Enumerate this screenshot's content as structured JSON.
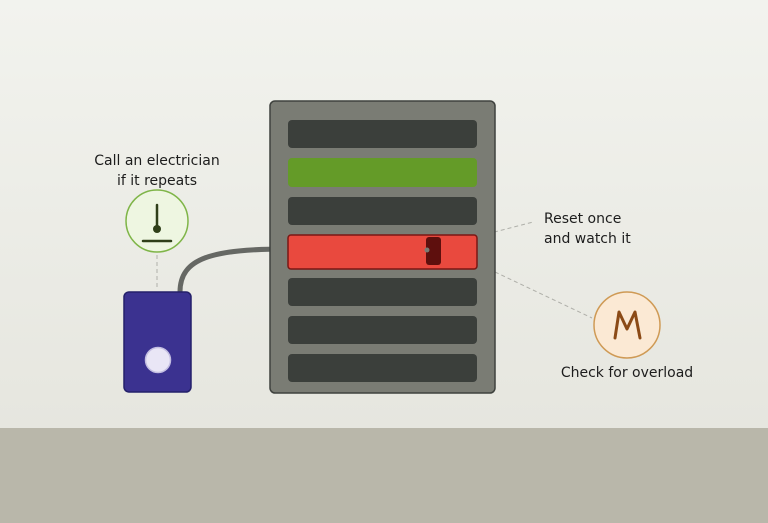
{
  "labels": {
    "electrician_line1": "Call an electrician",
    "electrician_line2": "if it repeats",
    "reset_line1": "Reset once",
    "reset_line2": "and watch it",
    "overload": "Check for overload"
  },
  "icons": {
    "electrician": "ground-symbol-icon",
    "overload": "overload-wave-icon"
  },
  "breaker_panel": {
    "breakers": [
      {
        "state": "off"
      },
      {
        "state": "on"
      },
      {
        "state": "off"
      },
      {
        "state": "tripped"
      },
      {
        "state": "off"
      },
      {
        "state": "off"
      },
      {
        "state": "off"
      }
    ]
  },
  "colors": {
    "background": "#eaebe5",
    "floor": "#b9b7aa",
    "panel": "#7a7c74",
    "breaker_off": "#3b3f3b",
    "breaker_on": "#649b28",
    "breaker_tripped": "#e9493e",
    "device": "#3b3290",
    "electrician_badge": "#eef6e1",
    "overload_badge": "#fbe9d4"
  }
}
